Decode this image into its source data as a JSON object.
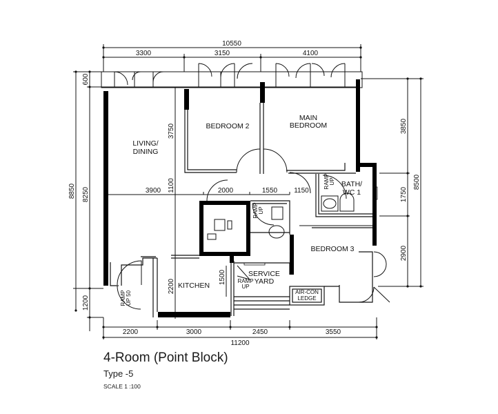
{
  "title_block": {
    "title": "4-Room (Point Block)",
    "subtitle": "Type -5",
    "scale": "SCALE 1 :100"
  },
  "dimensions": {
    "top_overall": "10550",
    "top_segments": [
      "3300",
      "3150",
      "4100"
    ],
    "bottom_overall": "11200",
    "bottom_segments": [
      "2200",
      "3000",
      "2450",
      "3550"
    ],
    "left_overall": "8850",
    "left_segments": [
      "600",
      "8250",
      "1200"
    ],
    "right_overall": "8500",
    "right_segments": [
      "3850",
      "1750",
      "2900"
    ],
    "interior": {
      "living_width": "3900",
      "bedroom2_height": "3750",
      "corridor": "1100",
      "bath2_width": "2000",
      "wc_width": "1550",
      "bath1_offset": "1150",
      "kitchen_height": "2200",
      "yard_height": "1500"
    }
  },
  "rooms": {
    "living": "LIVING/\nDINING",
    "living_line1": "LIVING/",
    "living_line2": "DINING",
    "bedroom2": "BEDROOM  2",
    "main_bedroom_line1": "MAIN",
    "main_bedroom_line2": "BEDROOM",
    "bath1_line1": "BATH/",
    "bath1_line2": "WC 1",
    "bedroom3": "BEDROOM 3",
    "kitchen": "KITCHEN",
    "service_yard_line1": "SERVICE",
    "service_yard_line2": "YARD",
    "aircon_line1": "AIR-CON",
    "aircon_line2": "LEDGE"
  },
  "annotations": {
    "ramp_up": "RAMP UP",
    "ramp_up_50_a": "RAMP",
    "ramp_up_50_b": "UP 50",
    "ramp": "RAMP",
    "up": "UP"
  },
  "colors": {
    "wall": "#000000",
    "line": "#111111",
    "background": "#ffffff"
  }
}
